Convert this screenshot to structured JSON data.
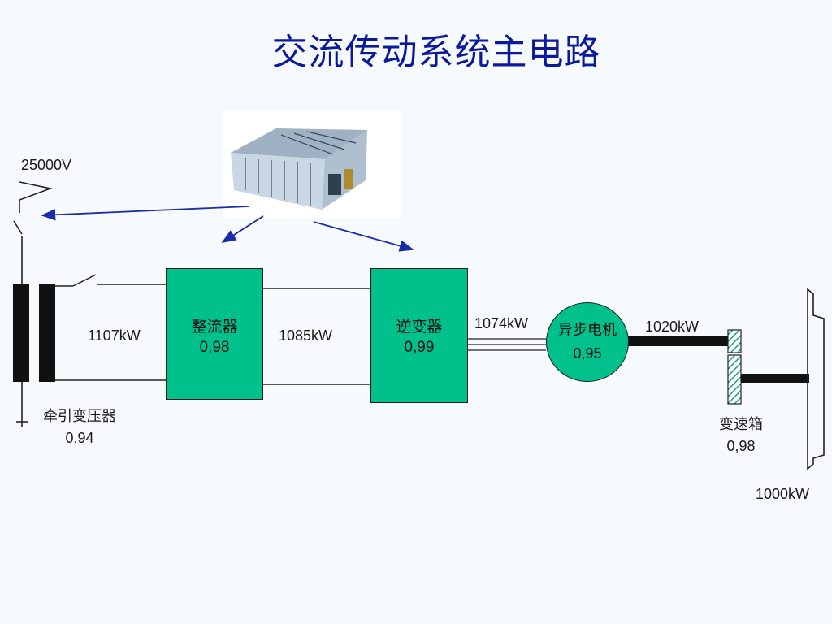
{
  "title": "交流传动系统主电路",
  "supply": {
    "voltage": "25000V"
  },
  "transformer": {
    "name": "牵引变压器",
    "efficiency": "0,94",
    "output_power": "1107kW"
  },
  "rectifier": {
    "name": "整流器",
    "efficiency": "0,98",
    "output_power": "1085kW"
  },
  "inverter": {
    "name": "逆变器",
    "efficiency": "0,99",
    "output_power": "1074kW"
  },
  "motor": {
    "name": "异步电机",
    "efficiency": "0,95",
    "output_power": "1020kW"
  },
  "gearbox": {
    "name": "变速箱",
    "efficiency": "0,98",
    "output_power": "1000kW"
  },
  "colors": {
    "title": "#0b1a9c",
    "block_fill": "#00c08b",
    "arrow": "#1a2da8",
    "gear_hatch": "#1aa37a"
  }
}
